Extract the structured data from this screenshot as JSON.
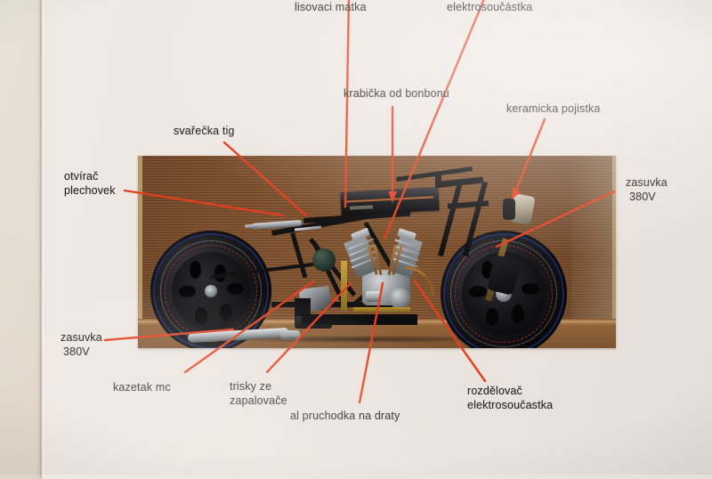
{
  "scene": {
    "kind": "photograph-of-printed-sheet",
    "subject": "annotated photo of a scratch-built model chopper motorcycle",
    "language": "cs"
  },
  "colors": {
    "wall": "#ded5c9",
    "paper": "#ece5df",
    "leader_line": "#e2401f",
    "label_text": "#231f1d",
    "photo_board": "#7a4c29",
    "photo_floor": "#8d6038"
  },
  "labels": [
    {
      "id": "lisovaci-matka",
      "text": "lisovaci matka",
      "lines": [
        "lisovaci matka"
      ]
    },
    {
      "id": "elektrosoucastka-top",
      "text": "elektrosoučástka",
      "lines": [
        "elektrosoučástka"
      ]
    },
    {
      "id": "krabicka-od-bonbonu",
      "text": "krabička od bonbonu",
      "lines": [
        "krabička od bonbonu"
      ]
    },
    {
      "id": "keramicka-pojistka",
      "text": "keramicka pojistka",
      "lines": [
        "keramicka pojistka"
      ]
    },
    {
      "id": "svarecka-tig",
      "text": "svařečka tig",
      "lines": [
        "svařečka tig"
      ]
    },
    {
      "id": "otviral-plechovek",
      "text": "otvírač plechovek",
      "lines": [
        "otvírač",
        "plechovek"
      ]
    },
    {
      "id": "zasuvka-380v-right",
      "text": "zasuvka 380V",
      "lines": [
        "zasuvka",
        "380V"
      ]
    },
    {
      "id": "zasuvka-380v-left",
      "text": "zasuvka 380V",
      "lines": [
        "zasuvka",
        "380V"
      ]
    },
    {
      "id": "kazetak-mc",
      "text": "kazetak mc",
      "lines": [
        "kazetak mc"
      ]
    },
    {
      "id": "trisky-ze-zapalovace",
      "text": "trisky ze zapalovače",
      "lines": [
        "trisky ze",
        "zapalovače"
      ]
    },
    {
      "id": "al-pruchodka-na-draty",
      "text": "al pruchodka na draty",
      "lines": [
        "al pruchodka na draty"
      ]
    },
    {
      "id": "rozdelovac-elektrosoucastka",
      "text": "rozdělovač elektrosoučastka",
      "lines": [
        "rozdělovač",
        "elektrosoučastka"
      ]
    }
  ],
  "label_text": {
    "lisovaci_matka": "lisovaci matka",
    "elektrosoucastka_top": "elektrosoučástka",
    "krabicka_od_bonbonu": "krabička od bonbonu",
    "keramicka_pojistka": "keramicka pojistka",
    "svarecka_tig": "svařečka tig",
    "otvirac_l1": "otvírač",
    "otvirac_l2": "plechovek",
    "zasuvka_r_l1": "zasuvka",
    "zasuvka_r_l2": "380V",
    "zasuvka_l_l1": "zasuvka",
    "zasuvka_l_l2": "380V",
    "kazetak_mc": "kazetak mc",
    "trisky_l1": "trisky ze",
    "trisky_l2": "zapalovače",
    "al_pruchodka": "al pruchodka na draty",
    "rozdelovac_l1": "rozdělovač",
    "rozdelovac_l2": "elektrosoučastka"
  }
}
